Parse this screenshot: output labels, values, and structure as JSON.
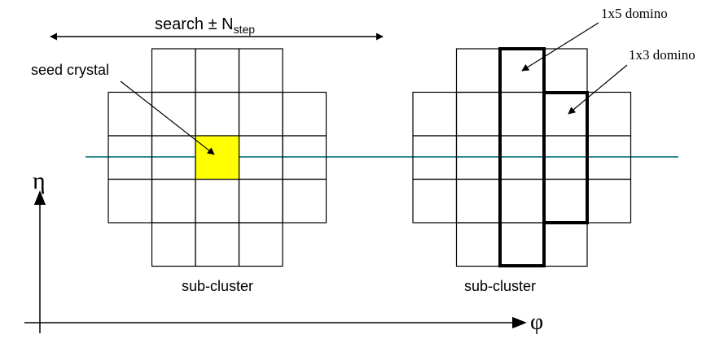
{
  "labels": {
    "search_prefix": "search ± N",
    "search_sub": "step",
    "seed": "seed crystal",
    "subcluster_left": "sub-cluster",
    "subcluster_right": "sub-cluster",
    "domino5": "1x5 domino",
    "domino3": "1x3 domino",
    "eta": "η",
    "phi": "φ"
  },
  "colors": {
    "grid": "#000000",
    "seed_fill": "#ffff00",
    "axis_line": "#2e8b8b"
  },
  "grid": {
    "columns": 5,
    "rows": 5,
    "column_span_rows": [
      [
        1,
        3
      ],
      [
        0,
        4
      ],
      [
        0,
        4
      ],
      [
        0,
        4
      ],
      [
        1,
        3
      ]
    ],
    "seed_cell": [
      2,
      2
    ]
  }
}
